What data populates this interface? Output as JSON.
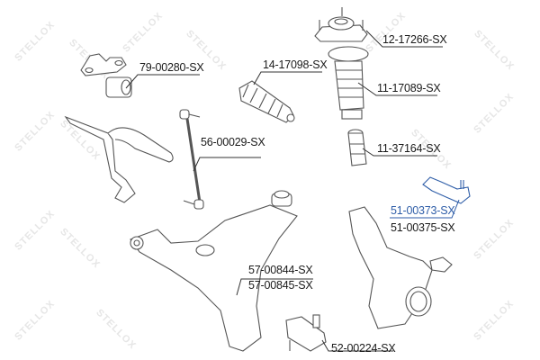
{
  "diagram": {
    "type": "exploded-parts-diagram",
    "subject": "Front suspension parts",
    "watermark_text": "STELLOX",
    "accent_color": "#2f5ea8",
    "line_color": "#555555",
    "parts": [
      {
        "id": "p1",
        "name": "stabilizer-bushing",
        "part_number": "79-00280-SX"
      },
      {
        "id": "p2",
        "name": "steering-rack-boot",
        "part_number": "14-17098-SX"
      },
      {
        "id": "p3",
        "name": "strut-mount",
        "part_number": "12-17266-SX"
      },
      {
        "id": "p4",
        "name": "strut-dust-boot",
        "part_number": "11-17089-SX"
      },
      {
        "id": "p5",
        "name": "bump-stop",
        "part_number": "11-37164-SX"
      },
      {
        "id": "p6",
        "name": "stabilizer-link",
        "part_number": "56-00029-SX"
      },
      {
        "id": "p7",
        "name": "tie-rod-end-left",
        "part_number": "51-00373-SX",
        "highlighted": true
      },
      {
        "id": "p8",
        "name": "tie-rod-end-right",
        "part_number": "51-00375-SX"
      },
      {
        "id": "p9",
        "name": "control-arm-left",
        "part_number": "57-00844-SX"
      },
      {
        "id": "p10",
        "name": "control-arm-right",
        "part_number": "57-00845-SX"
      },
      {
        "id": "p11",
        "name": "ball-joint",
        "part_number": "52-00224-SX"
      }
    ]
  }
}
